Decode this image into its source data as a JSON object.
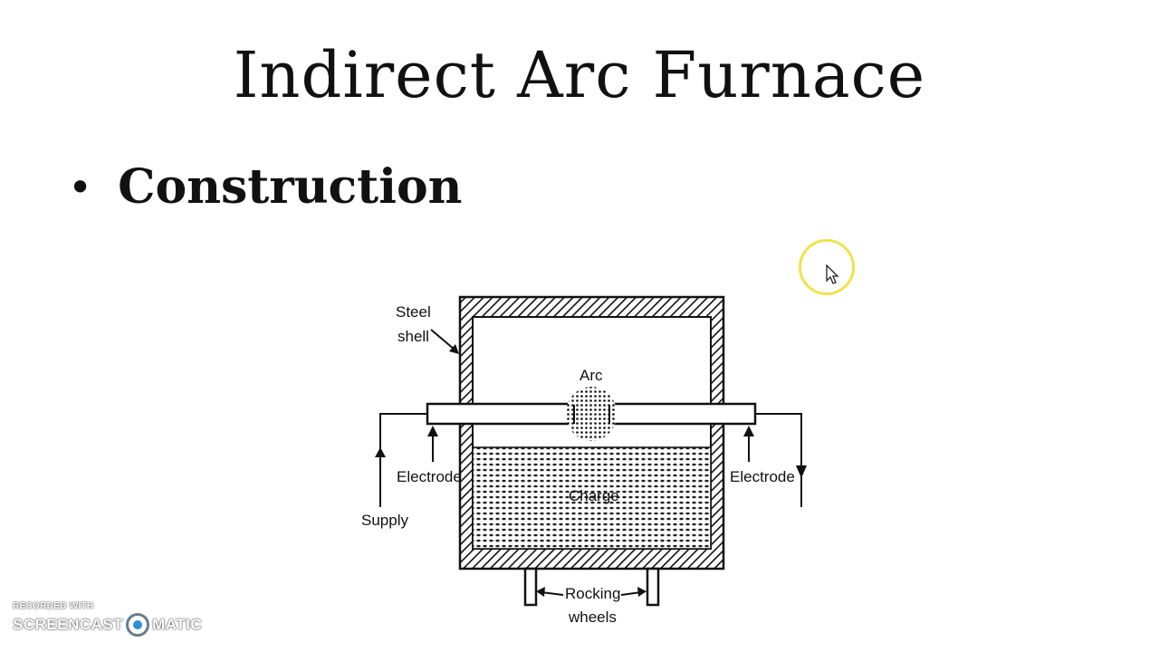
{
  "slide": {
    "title": "Indirect Arc Furnace",
    "bullet": "Construction"
  },
  "diagram": {
    "labels": {
      "steel_shell_1": "Steel",
      "steel_shell_2": "shell",
      "arc": "Arc",
      "electrode_left": "Electrode",
      "electrode_right": "Electrode",
      "charge": "Charge",
      "supply": "Supply",
      "rocking_1": "Rocking",
      "rocking_2": "wheels"
    }
  },
  "watermark": {
    "line1": "RECORDED WITH",
    "left": "SCREENCAST",
    "right": "MATIC"
  },
  "cursor": {
    "icon": "pointer-cursor-icon",
    "highlight_color": "#f2e24a"
  }
}
